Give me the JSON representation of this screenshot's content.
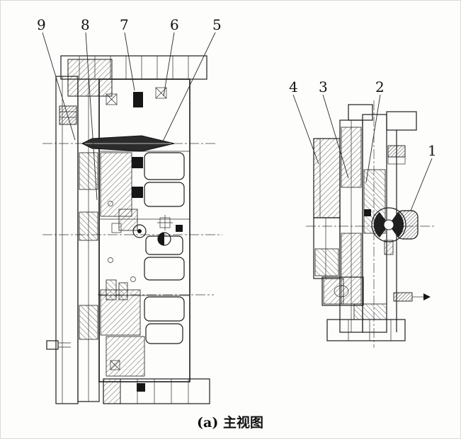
{
  "caption": "(a) 主视图",
  "labels": [
    {
      "num": "9"
    },
    {
      "num": "8"
    },
    {
      "num": "7"
    },
    {
      "num": "6"
    },
    {
      "num": "5"
    },
    {
      "num": "4"
    },
    {
      "num": "3"
    },
    {
      "num": "2"
    },
    {
      "num": "1"
    }
  ],
  "colors": {
    "ink": "#1d1d1d",
    "background": "#fdfdfc"
  }
}
